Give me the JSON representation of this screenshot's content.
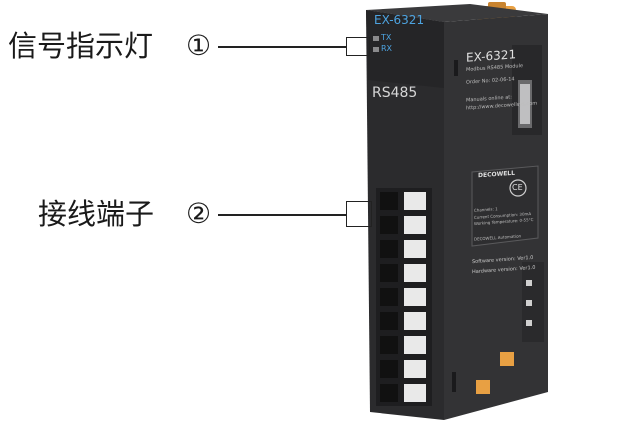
{
  "callouts": [
    {
      "label": "信号指示灯",
      "number": "①"
    },
    {
      "label": "接线端子",
      "number": "②"
    }
  ],
  "device": {
    "model_top": "EX-6321",
    "led_tx": "TX",
    "led_rx": "RX",
    "interface": "RS485",
    "side_label": {
      "model": "EX-6321",
      "subtitle": "Modbus RS485 Module",
      "order_no": "Order No: 02-06-14",
      "manual_line1": "Manuals online at:",
      "manual_line2": "http://www.decowellsys.com",
      "brand": "DECOWELL",
      "spec_lines": [
        "Channels: 1",
        "Current Consumption: 30mA",
        "Working Temperature: 0-55°C"
      ],
      "company": "DECOWELL Automation",
      "software_version": "Software version: Ver1.0",
      "hardware_version": "Hardware version: Ver1.0"
    },
    "ce_mark": "CE"
  },
  "colors": {
    "body_front": "#2b2b2d",
    "body_side": "#343436",
    "top_label_blue": "#4da3e0",
    "accent_orange": "#e8a043",
    "terminal_white": "#e9e9e9"
  }
}
